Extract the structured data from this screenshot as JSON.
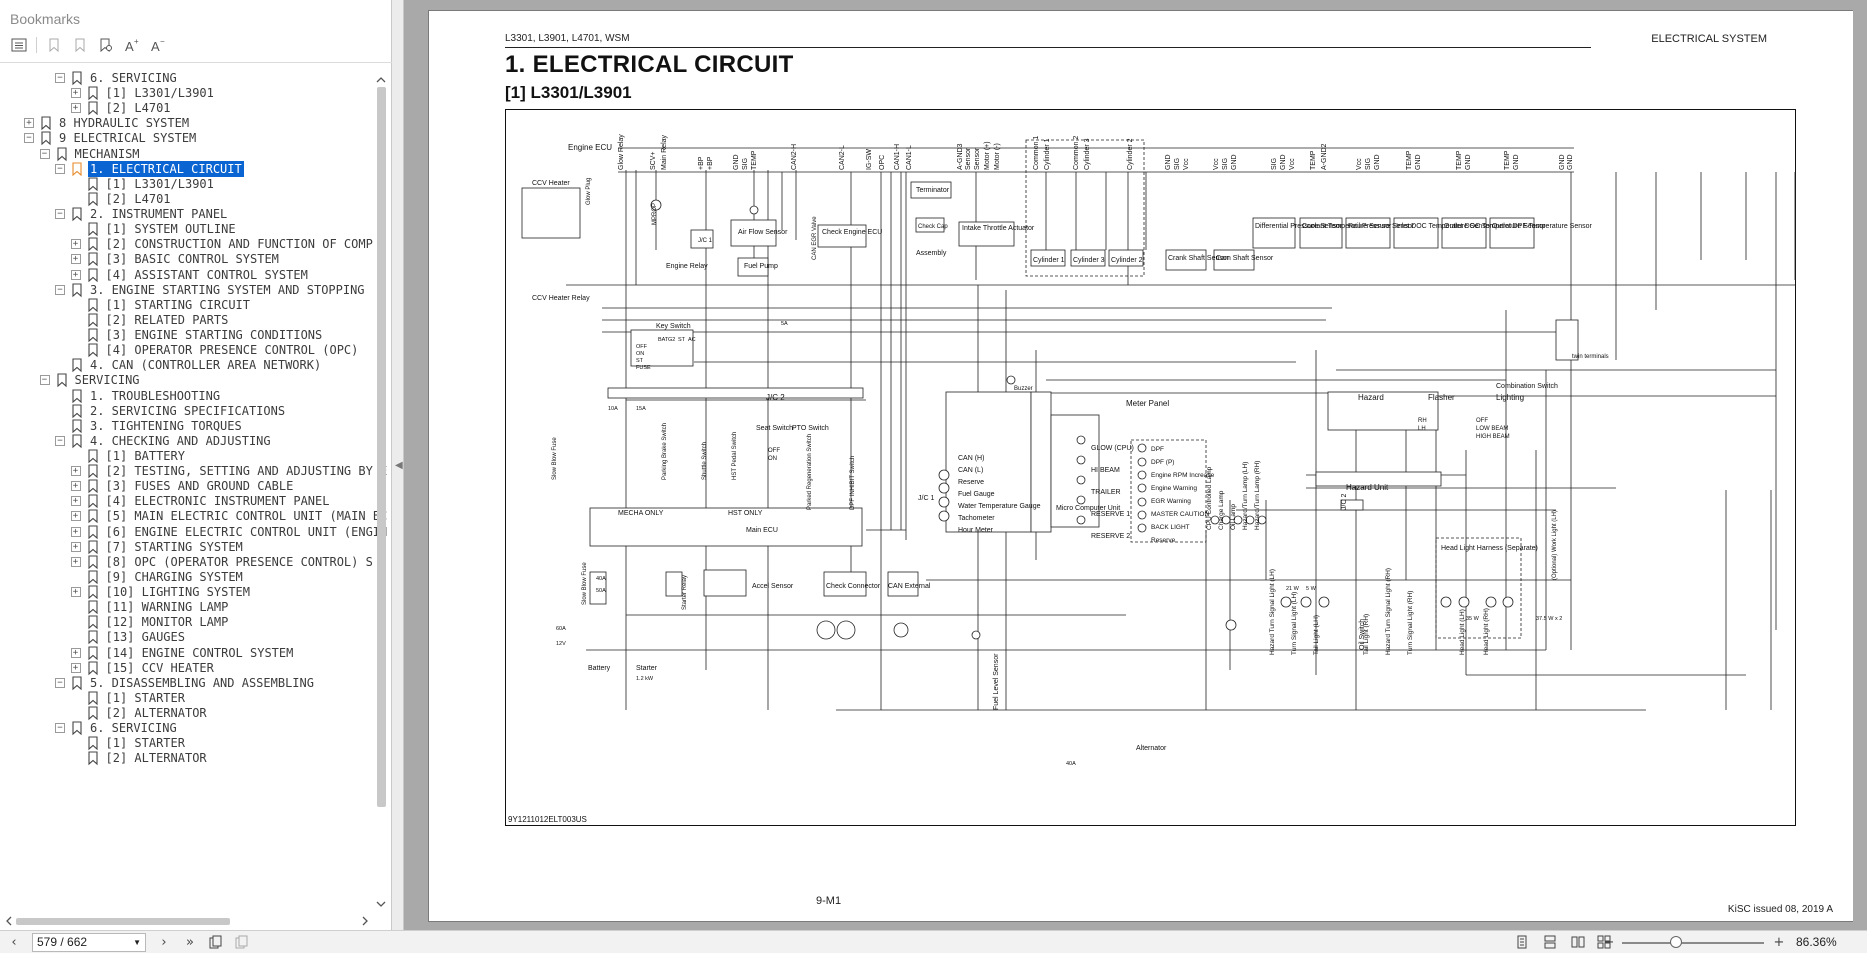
{
  "bookmarks_panel": {
    "title": "Bookmarks",
    "items": [
      {
        "level": 3,
        "expander": "minus",
        "label": "6. SERVICING"
      },
      {
        "level": 4,
        "expander": "plus",
        "label": "[1] L3301/L3901"
      },
      {
        "level": 4,
        "expander": "plus",
        "label": "[2] L4701"
      },
      {
        "level": 1,
        "expander": "plus",
        "label": "8 HYDRAULIC SYSTEM"
      },
      {
        "level": 1,
        "expander": "minus",
        "label": "9 ELECTRICAL SYSTEM"
      },
      {
        "level": 2,
        "expander": "minus",
        "label": "MECHANISM"
      },
      {
        "level": 3,
        "expander": "minus",
        "label": "1. ELECTRICAL CIRCUIT",
        "selected": true
      },
      {
        "level": 4,
        "expander": "none",
        "label": "[1] L3301/L3901"
      },
      {
        "level": 4,
        "expander": "none",
        "label": "[2] L4701"
      },
      {
        "level": 3,
        "expander": "minus",
        "label": "2. INSTRUMENT PANEL"
      },
      {
        "level": 4,
        "expander": "none",
        "label": "[1] SYSTEM OUTLINE"
      },
      {
        "level": 4,
        "expander": "plus",
        "label": "[2] CONSTRUCTION AND FUNCTION OF COMP"
      },
      {
        "level": 4,
        "expander": "plus",
        "label": "[3] BASIC CONTROL SYSTEM"
      },
      {
        "level": 4,
        "expander": "plus",
        "label": "[4] ASSISTANT CONTROL SYSTEM"
      },
      {
        "level": 3,
        "expander": "minus",
        "label": "3. ENGINE STARTING SYSTEM AND STOPPING"
      },
      {
        "level": 4,
        "expander": "none",
        "label": "[1] STARTING CIRCUIT"
      },
      {
        "level": 4,
        "expander": "none",
        "label": "[2] RELATED PARTS"
      },
      {
        "level": 4,
        "expander": "none",
        "label": "[3] ENGINE STARTING CONDITIONS"
      },
      {
        "level": 4,
        "expander": "none",
        "label": "[4] OPERATOR PRESENCE CONTROL (OPC)"
      },
      {
        "level": 3,
        "expander": "none",
        "label": "4. CAN (CONTROLLER AREA NETWORK)"
      },
      {
        "level": 2,
        "expander": "minus",
        "label": "SERVICING"
      },
      {
        "level": 3,
        "expander": "none",
        "label": "1. TROUBLESHOOTING"
      },
      {
        "level": 3,
        "expander": "none",
        "label": "2. SERVICING SPECIFICATIONS"
      },
      {
        "level": 3,
        "expander": "none",
        "label": "3. TIGHTENING TORQUES"
      },
      {
        "level": 3,
        "expander": "minus",
        "label": "4. CHECKING AND ADJUSTING"
      },
      {
        "level": 4,
        "expander": "none",
        "label": "[1] BATTERY"
      },
      {
        "level": 4,
        "expander": "plus",
        "label": "[2] TESTING, SETTING AND ADJUSTING BY E"
      },
      {
        "level": 4,
        "expander": "plus",
        "label": "[3] FUSES AND GROUND CABLE"
      },
      {
        "level": 4,
        "expander": "plus",
        "label": "[4] ELECTRONIC INSTRUMENT PANEL"
      },
      {
        "level": 4,
        "expander": "plus",
        "label": "[5] MAIN ELECTRIC CONTROL UNIT (MAIN EC"
      },
      {
        "level": 4,
        "expander": "plus",
        "label": "[6] ENGINE ELECTRIC CONTROL UNIT (ENGIN"
      },
      {
        "level": 4,
        "expander": "plus",
        "label": "[7] STARTING SYSTEM"
      },
      {
        "level": 4,
        "expander": "plus",
        "label": "[8] OPC (OPERATOR PRESENCE CONTROL) S"
      },
      {
        "level": 4,
        "expander": "none",
        "label": "[9] CHARGING SYSTEM"
      },
      {
        "level": 4,
        "expander": "plus",
        "label": "[10] LIGHTING SYSTEM"
      },
      {
        "level": 4,
        "expander": "none",
        "label": "[11] WARNING LAMP"
      },
      {
        "level": 4,
        "expander": "none",
        "label": "[12] MONITOR LAMP"
      },
      {
        "level": 4,
        "expander": "none",
        "label": "[13] GAUGES"
      },
      {
        "level": 4,
        "expander": "plus",
        "label": "[14] ENGINE CONTROL SYSTEM"
      },
      {
        "level": 4,
        "expander": "plus",
        "label": "[15] CCV HEATER"
      },
      {
        "level": 3,
        "expander": "minus",
        "label": "5. DISASSEMBLING AND ASSEMBLING"
      },
      {
        "level": 4,
        "expander": "none",
        "label": "[1] STARTER"
      },
      {
        "level": 4,
        "expander": "none",
        "label": "[2] ALTERNATOR"
      },
      {
        "level": 3,
        "expander": "minus",
        "label": "6. SERVICING"
      },
      {
        "level": 4,
        "expander": "none",
        "label": "[1] STARTER"
      },
      {
        "level": 4,
        "expander": "none",
        "label": "[2] ALTERNATOR"
      }
    ]
  },
  "document": {
    "header_left": "L3301, L3901, L4701, WSM",
    "header_right": "ELECTRICAL SYSTEM",
    "title": "1.  ELECTRICAL CIRCUIT",
    "subtitle": "[1]  L3301/L3901",
    "page_number": "9-M1",
    "issue_note": "KiSC issued 08, 2019 A",
    "diagram": {
      "drawing_code": "9Y1211012ELT003US",
      "top_sensor_labels": [
        {
          "text": "Engine ECU"
        },
        {
          "text": "Glow Relay"
        },
        {
          "text": "SCV+"
        },
        {
          "text": "Main Relay"
        },
        {
          "text": "+BP"
        },
        {
          "text": "+BP"
        },
        {
          "text": "GND"
        },
        {
          "text": "SIG"
        },
        {
          "text": "TEMP"
        },
        {
          "text": "CAN2-H"
        },
        {
          "text": "CAN2-L"
        },
        {
          "text": "IG-SW"
        },
        {
          "text": "OPC"
        },
        {
          "text": "CAN1-H"
        },
        {
          "text": "CAN1-L"
        },
        {
          "text": "A-GND3"
        },
        {
          "text": "Sensor"
        },
        {
          "text": "Sensor"
        },
        {
          "text": "Motor (+)"
        },
        {
          "text": "Motor (-)"
        },
        {
          "text": "Common 1"
        },
        {
          "text": "Cylinder 1"
        },
        {
          "text": "Common 2"
        },
        {
          "text": "Cylinder 3"
        },
        {
          "text": "Cylinder 2"
        },
        {
          "text": "GND"
        },
        {
          "text": "SIG"
        },
        {
          "text": "Vcc"
        },
        {
          "text": "Vcc"
        },
        {
          "text": "SIG"
        },
        {
          "text": "GND"
        },
        {
          "text": "SIG"
        },
        {
          "text": "GND"
        },
        {
          "text": "Vcc"
        },
        {
          "text": "TEMP"
        },
        {
          "text": "A-GND2"
        },
        {
          "text": "Vcc"
        },
        {
          "text": "SIG"
        },
        {
          "text": "GND"
        },
        {
          "text": "TEMP"
        },
        {
          "text": "GND"
        },
        {
          "text": "TEMP"
        },
        {
          "text": "GND"
        },
        {
          "text": "TEMP"
        },
        {
          "text": "GND"
        },
        {
          "text": "GND"
        },
        {
          "text": "GND"
        }
      ],
      "components": [
        {
          "text": "CCV Heater"
        },
        {
          "text": "Glow Plug"
        },
        {
          "text": "MPROP"
        },
        {
          "text": "Air Flow Sensor"
        },
        {
          "text": "J/C 1"
        },
        {
          "text": "Check Engine ECU"
        },
        {
          "text": "CAN EGR Valve"
        },
        {
          "text": "Terminator"
        },
        {
          "text": "Check Cap"
        },
        {
          "text": "Assembly"
        },
        {
          "text": "Intake Throttle Actuator"
        },
        {
          "text": "Cylinder 1"
        },
        {
          "text": "Cylinder 3"
        },
        {
          "text": "Cylinder 2"
        },
        {
          "text": "Crank Shaft Sensor"
        },
        {
          "text": "Cam Shaft Sensor"
        },
        {
          "text": "Differential Pressure Sensor"
        },
        {
          "text": "Coolant Temperature Sensor"
        },
        {
          "text": "Rail Pressure Sensor"
        },
        {
          "text": "Inlet DOC Temperature Sensor"
        },
        {
          "text": "Outlet DOC Temperature Sensor"
        },
        {
          "text": "Outlet DPF Temperature Sensor"
        },
        {
          "text": "Engine Relay"
        },
        {
          "text": "Fuel Pump"
        },
        {
          "text": "CCV Heater Relay"
        },
        {
          "text": "Key Switch"
        },
        {
          "text": "J/C 2"
        },
        {
          "text": "Parking Brake Switch"
        },
        {
          "text": "Shuttle Switch"
        },
        {
          "text": "HST Pedal Switch"
        },
        {
          "text": "Seat Switch"
        },
        {
          "text": "PTO Switch"
        },
        {
          "text": "Parked Regeneration Switch"
        },
        {
          "text": "DPF INHIBIT Switch"
        },
        {
          "text": "MECHA ONLY"
        },
        {
          "text": "HST ONLY"
        },
        {
          "text": "Main ECU"
        },
        {
          "text": "Slow Blow Fuse"
        },
        {
          "text": "Slow Blow Fuse"
        },
        {
          "text": "Starter Relay"
        },
        {
          "text": "Accel Sensor"
        },
        {
          "text": "Check Connector"
        },
        {
          "text": "CAN External"
        },
        {
          "text": "Battery"
        },
        {
          "text": "Starter"
        },
        {
          "text": "J/C 1"
        },
        {
          "text": "Meter Panel"
        },
        {
          "text": "Buzzer"
        },
        {
          "text": "Micro Computer Unit"
        },
        {
          "text": "Fuel Level Sensor"
        },
        {
          "text": "Alternator"
        },
        {
          "text": "Oil Switch"
        },
        {
          "text": "Hazard"
        },
        {
          "text": "Flasher"
        },
        {
          "text": "Lighting"
        },
        {
          "text": "Combination Switch"
        },
        {
          "text": "Hazard Unit"
        },
        {
          "text": "J/C 2"
        },
        {
          "text": "Head Light Harness (Separate)"
        },
        {
          "text": "(Optional) Work Light (LH)"
        },
        {
          "text": "twin terminals"
        }
      ],
      "meter_inputs": [
        "CAN (H)",
        "CAN (L)",
        "Reserve",
        "Fuel Gauge",
        "Water Temperature Gauge",
        "Tachometer",
        "Hour Meter"
      ],
      "meter_lamps_left": [
        "GLOW (CPU)",
        "HI BEAM",
        "TRAILER",
        "RESERVE 1",
        "RESERVE 2"
      ],
      "meter_lamps_right": [
        "DPF",
        "DPF (P)",
        "Engine RPM Increase",
        "Engine Warning",
        "EGR Warning",
        "MASTER CAUTION",
        "BACK LIGHT",
        "Reserve"
      ],
      "meter_vertical": [
        "CPU Controlled Lamp",
        "Charge Lamp",
        "Oil Lamp",
        "Hazard/Turn Lamp (LH)",
        "Hazard/Turn Lamp (RH)"
      ],
      "lamp_labels": [
        "Hazard Turn Signal Light (LH)",
        "Turn Signal Light (LH)",
        "Tail Light (LH)",
        "Tail Light (RH)",
        "Hazard Turn Signal Light (RH)",
        "Turn Signal Light (RH)",
        "Head Light (LH)",
        "Head Light (RH)"
      ],
      "key_switch_table": {
        "headers": [
          "BAT",
          "G2",
          "ST",
          "AC"
        ],
        "rows": [
          "OFF",
          "ON",
          "ST",
          "FUSE"
        ]
      },
      "switch_states": [
        "OFF",
        "ON"
      ],
      "combination_table": {
        "rows": [
          "OFF",
          "LOW BEAM",
          "HIGH BEAM"
        ],
        "turn": [
          "RH",
          "LH"
        ]
      },
      "values": [
        "40A",
        "50A",
        "60A",
        "12V",
        "1.2 kW",
        "40A",
        "21 W",
        "5 W",
        "35 W",
        "37.5 W x 2",
        "10A",
        "15A",
        "5A"
      ]
    }
  },
  "statusbar": {
    "page_indicator": "579 / 662",
    "zoom": "86.36%",
    "zoom_fraction": 0.38
  }
}
